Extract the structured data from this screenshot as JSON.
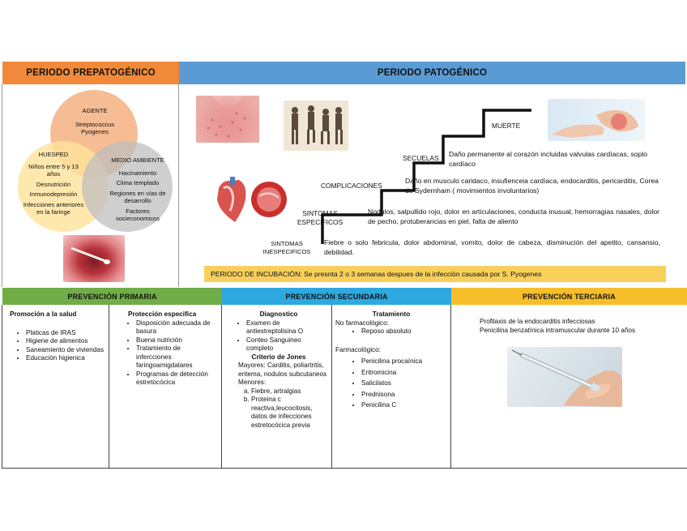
{
  "prepatogenico": {
    "title": "PERIODO PREPATOGÉNICO",
    "agente": {
      "title": "AGENTE",
      "text": "Streptococcus Pyogenes"
    },
    "huesped": {
      "title": "HUESPED",
      "items": [
        "Niños entre 5 y 13 años",
        "Desnutrición",
        "Inmunodepresión",
        "Infecciones anteriores en la faringe"
      ]
    },
    "medio": {
      "title": "MEDIO AMBIENTE",
      "items": [
        "Hacinamiento",
        "Clima templado",
        "Regiones en vías de desarrollo",
        "Factores socieconomicos"
      ]
    }
  },
  "patogenico": {
    "title": "PERIODO PATOGÉNICO",
    "steps": [
      {
        "label": "SINTOMAS INESPECIFICOS",
        "text": "Fiebre o solo febricula, dolor abdominal, vomito, dolor de cabeza, disminución del apetito, cansansio, debilidad."
      },
      {
        "label": "SINTOMAS ESPECIFICOS",
        "text": "Nodulos, salpullido rojo, dolor en articulaciones,  conducta inusual, hemorragias nasales, dolor de pecho, protuberancias en piel,  falta de aliento"
      },
      {
        "label": "COMPLICACIONES",
        "text": "Daño en musculo caridaco, insufienceia cardíaca, endocarditis, pericarditis, Corea de Sydernham ( movimientos involuntarios)"
      },
      {
        "label": "SECUELAS",
        "text": "Daño permanente al corazón incluidas valvulas cardíacas, soplo cardíaco"
      },
      {
        "label": "MUERTE",
        "text": ""
      }
    ],
    "incubacion": "PERIODO DE INCUBACIÓN: Se presnta 2 o 3 semanas despues de la infección causada por S. Pyogenes"
  },
  "prevencion_primaria": {
    "title": "PREVENCIÓN PRIMARIA",
    "promocion": {
      "title": "Promoción a la salud",
      "items": [
        "Platicas de IRAS",
        "Higiene de alimentos",
        "Saneamiento de viviendas",
        "Educación higienica"
      ]
    },
    "proteccion": {
      "title": "Protección especifica",
      "items": [
        "Disposición adecuada de basura",
        "Buena nutrición",
        "Tratamiento de infercciones faringoamigdalares",
        "Programas de detección estretocócica"
      ]
    }
  },
  "prevencion_secundaria": {
    "title": "PREVENCIÓN SECUNDARIA",
    "diagnostico": {
      "title": "Diagnostico",
      "items": [
        "Examen de antiestreptolisina O",
        "Conteo Sanguineo completo"
      ],
      "jones_title": "Criterio de Jones",
      "mayores": "Mayores: Carditis, poliartritis, eritema, nodulos subcutaneos",
      "menores_label": "Menores:",
      "menores": [
        "Fiebre, artralgias",
        "Proteina c reactiva,leucocitosis, datos de infecciones estretocócica previa"
      ]
    },
    "tratamiento": {
      "title": "Tratamiento",
      "no_farm_label": "No farmacológico:",
      "no_farm": [
        "Reposo absoluto"
      ],
      "farm_label": "Farmacológico:",
      "farm": [
        "Penicilina procaínica",
        "Eritromicina",
        "Salicilatos",
        "Prednisona",
        "Penicilina C"
      ]
    }
  },
  "prevencion_terciaria": {
    "title": "PREVENCIÓN TERCIARIA",
    "lines": [
      "Profilaxis de la endocarditis infecciosas",
      "Penicilina benzatínica intramuscular durante 10 años"
    ]
  },
  "colors": {
    "orange": "#F08A3A",
    "blue": "#5B9BD5",
    "green": "#70AD47",
    "cyan": "#2EA8E0",
    "yellow": "#F7BE2B",
    "incubation": "#F9CF5C"
  }
}
